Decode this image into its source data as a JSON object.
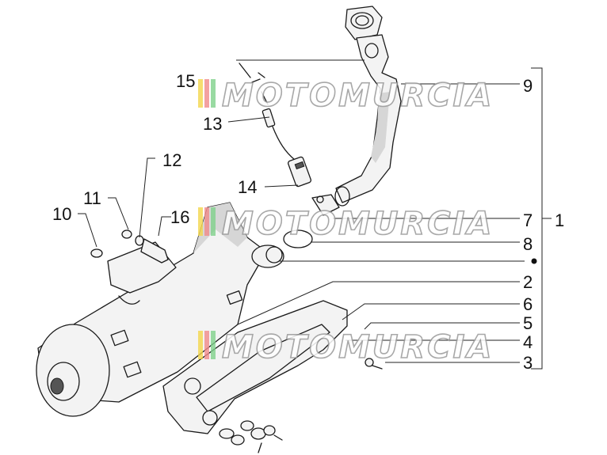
{
  "callouts": [
    {
      "id": "c15",
      "text": "15"
    },
    {
      "id": "c13",
      "text": "13"
    },
    {
      "id": "c14",
      "text": "14"
    },
    {
      "id": "c12",
      "text": "12"
    },
    {
      "id": "c11",
      "text": "11"
    },
    {
      "id": "c10",
      "text": "10"
    },
    {
      "id": "c16",
      "text": "16"
    },
    {
      "id": "c9",
      "text": "9"
    },
    {
      "id": "c7",
      "text": "7"
    },
    {
      "id": "c1",
      "text": "1"
    },
    {
      "id": "c8",
      "text": "8"
    },
    {
      "id": "c2",
      "text": "2"
    },
    {
      "id": "c6",
      "text": "6"
    },
    {
      "id": "c5",
      "text": "5"
    },
    {
      "id": "c4",
      "text": "4"
    },
    {
      "id": "c3",
      "text": "3"
    }
  ],
  "watermark": {
    "text": "MOTOMURCIA",
    "colors": [
      "#f2d64b",
      "#f08a8a",
      "#7fd18b"
    ]
  },
  "colors": {
    "line": "#1a1a1a",
    "background": "#ffffff"
  }
}
